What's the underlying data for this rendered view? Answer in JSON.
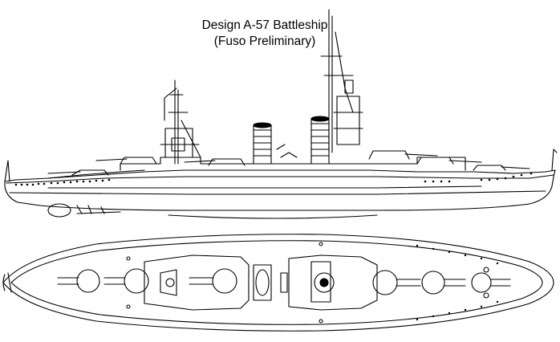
{
  "figure": {
    "title_line1": "Design A-57 Battleship",
    "title_line2": "(Fuso Preliminary)"
  },
  "views": [
    {
      "name": "side-profile"
    },
    {
      "name": "top-plan"
    }
  ]
}
